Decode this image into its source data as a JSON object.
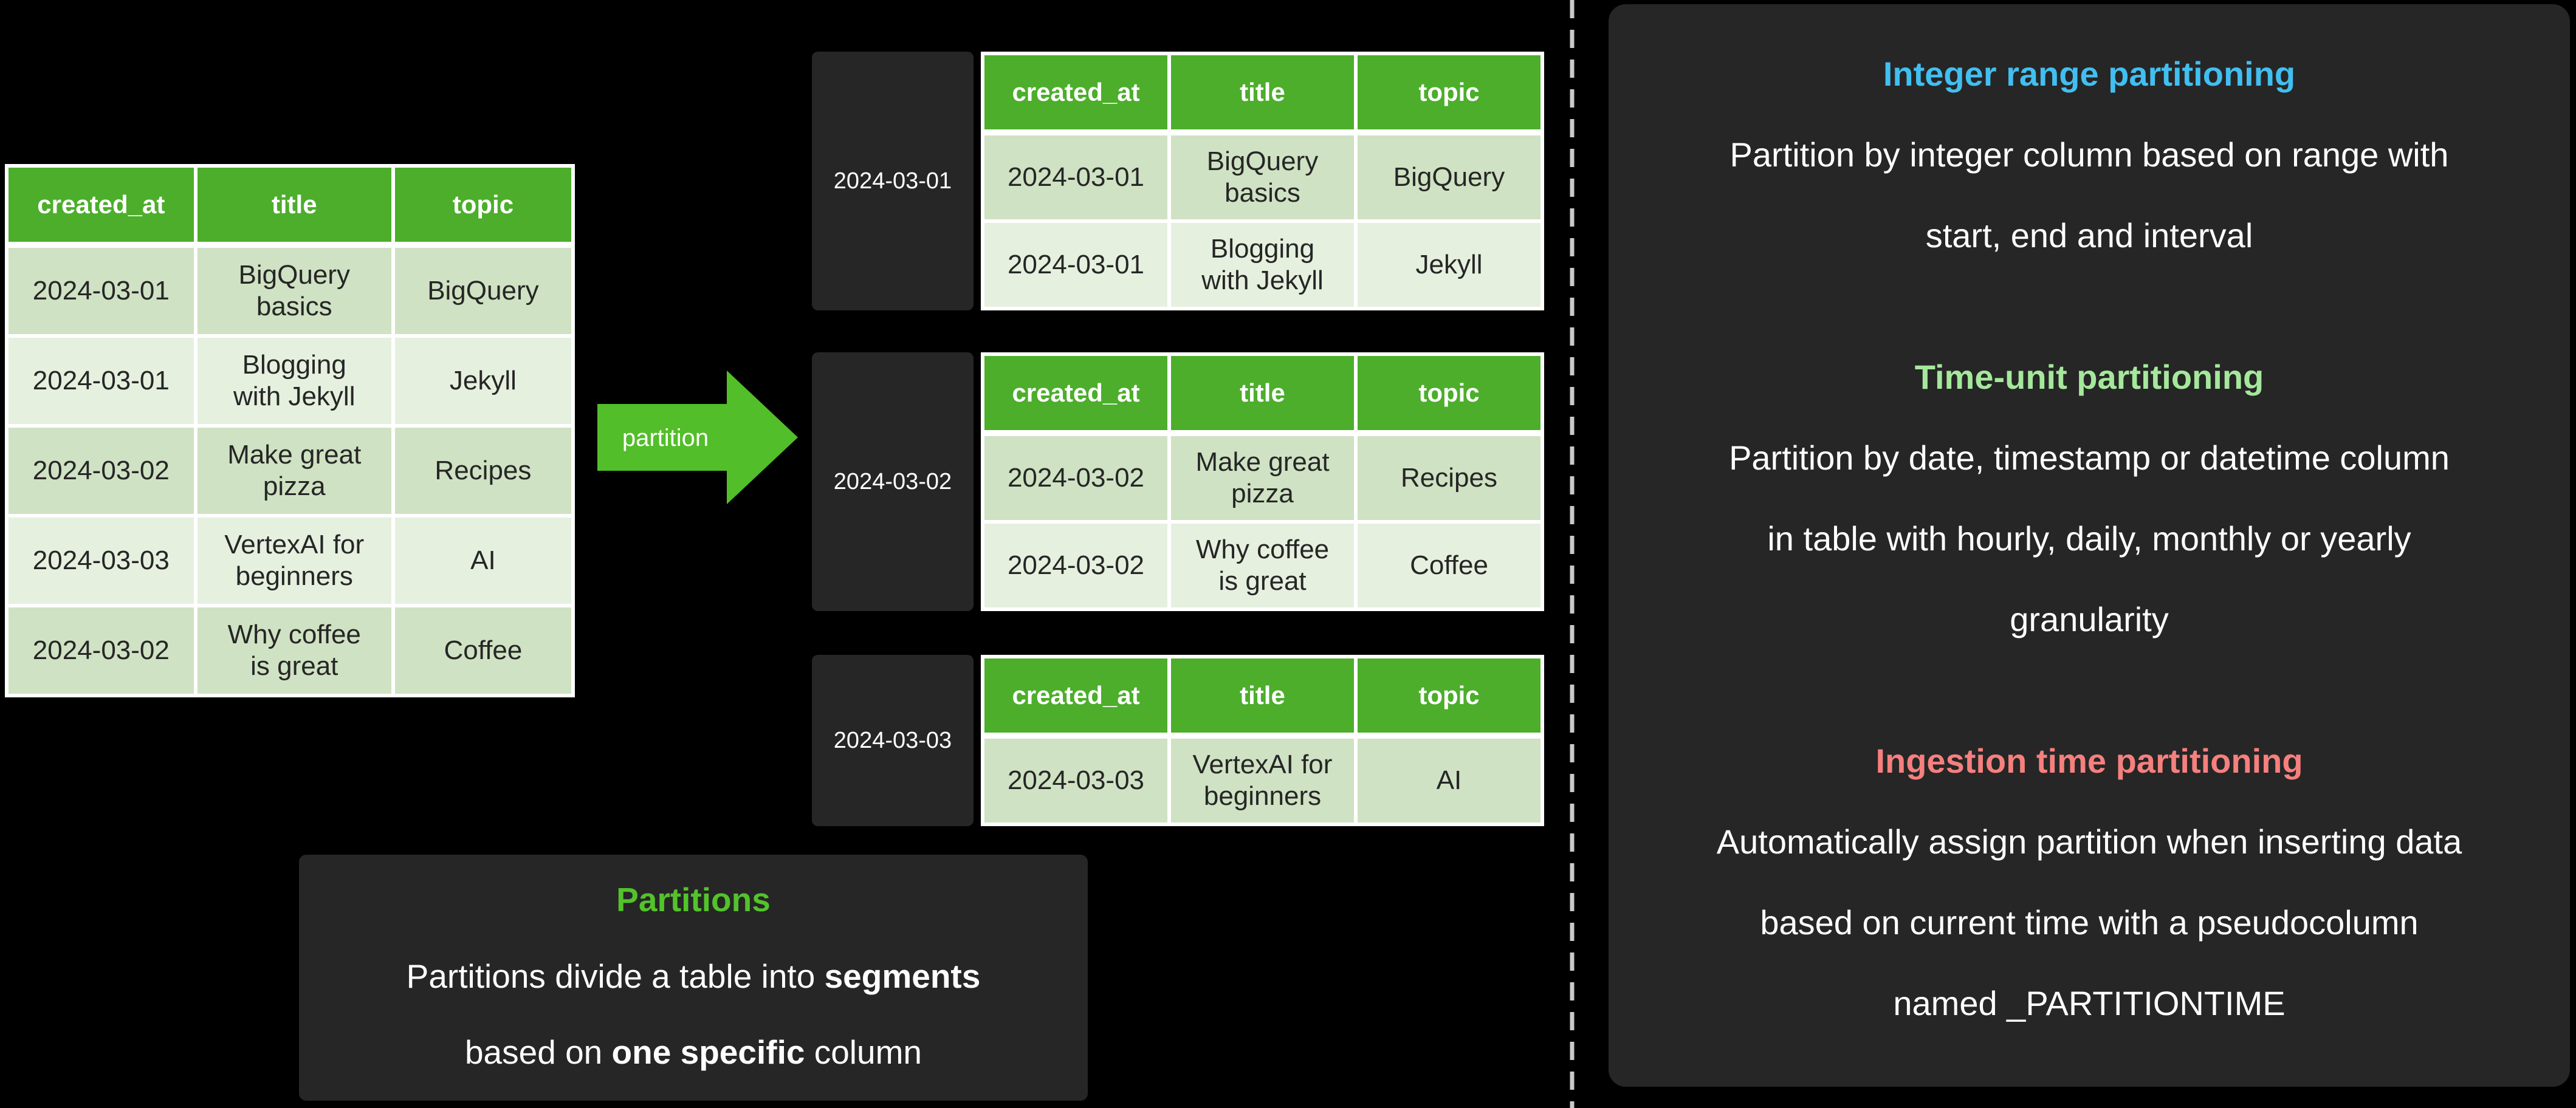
{
  "colors": {
    "background": "#000000",
    "box_dark": "#262626",
    "table_border_white": "#FFFFFF",
    "table_header_green": "#4CAE2B",
    "arrow_green": "#52BE29",
    "note_title_green": "#53C32B",
    "row_tint_dark": "#CFE2C3",
    "row_tint_light": "#E6F0DF",
    "cell_text": "#262626",
    "title_blue": "#41BFF0",
    "title_green": "#A5E89C",
    "title_red": "#F5807E",
    "dashed_line": "#C9C9C9"
  },
  "headers": [
    "created_at",
    "title",
    "topic"
  ],
  "source_table": {
    "rows": [
      [
        "2024-03-01",
        "BigQuery basics",
        "BigQuery"
      ],
      [
        "2024-03-01",
        "Blogging with Jekyll",
        "Jekyll"
      ],
      [
        "2024-03-02",
        "Make great pizza",
        "Recipes"
      ],
      [
        "2024-03-03",
        "VertexAI for beginners",
        "AI"
      ],
      [
        "2024-03-02",
        "Why coffee is great",
        "Coffee"
      ]
    ]
  },
  "arrow_label": "partition",
  "partitions": [
    {
      "label": "2024-03-01",
      "rows": [
        [
          "2024-03-01",
          "BigQuery basics",
          "BigQuery"
        ],
        [
          "2024-03-01",
          "Blogging with Jekyll",
          "Jekyll"
        ]
      ]
    },
    {
      "label": "2024-03-02",
      "rows": [
        [
          "2024-03-02",
          "Make great pizza",
          "Recipes"
        ],
        [
          "2024-03-02",
          "Why coffee is great",
          "Coffee"
        ]
      ]
    },
    {
      "label": "2024-03-03",
      "rows": [
        [
          "2024-03-03",
          "VertexAI for beginners",
          "AI"
        ]
      ]
    }
  ],
  "note_box": {
    "title": "Partitions",
    "line1": [
      {
        "text": "Partitions divide a table into ",
        "bold": false
      },
      {
        "text": "segments",
        "bold": true
      }
    ],
    "line2": [
      {
        "text": "based on ",
        "bold": false
      },
      {
        "text": "one specific",
        "bold": true
      },
      {
        "text": " column",
        "bold": false
      }
    ]
  },
  "info_panel": {
    "sections": [
      {
        "title": "Integer range partitioning",
        "lines": [
          "Partition by integer column based on range with",
          "start, end and interval"
        ]
      },
      {
        "title": "Time-unit partitioning",
        "lines": [
          "Partition by date, timestamp or datetime column",
          "in table with hourly, daily, monthly or yearly",
          "granularity"
        ]
      },
      {
        "title": "Ingestion time partitioning",
        "lines": [
          "Automatically assign partition when inserting data",
          "based on current time with a pseudocolumn",
          "named _PARTITIONTIME"
        ]
      }
    ]
  }
}
